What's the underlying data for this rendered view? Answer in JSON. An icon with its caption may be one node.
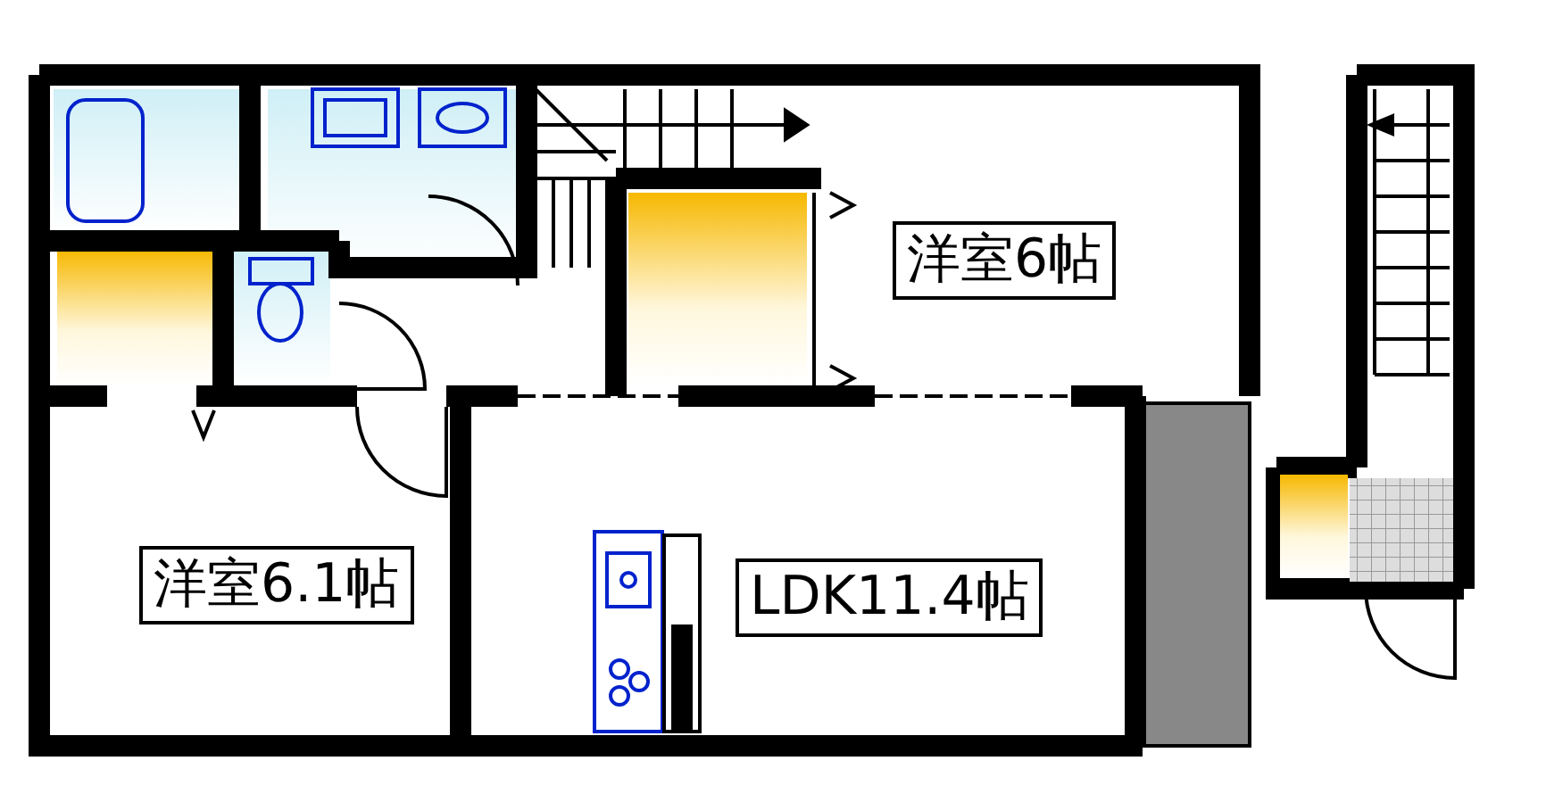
{
  "diagram": {
    "labels": [
      "洋室6帖",
      "洋室6.1帖",
      "LDK11.4帖"
    ]
  }
}
